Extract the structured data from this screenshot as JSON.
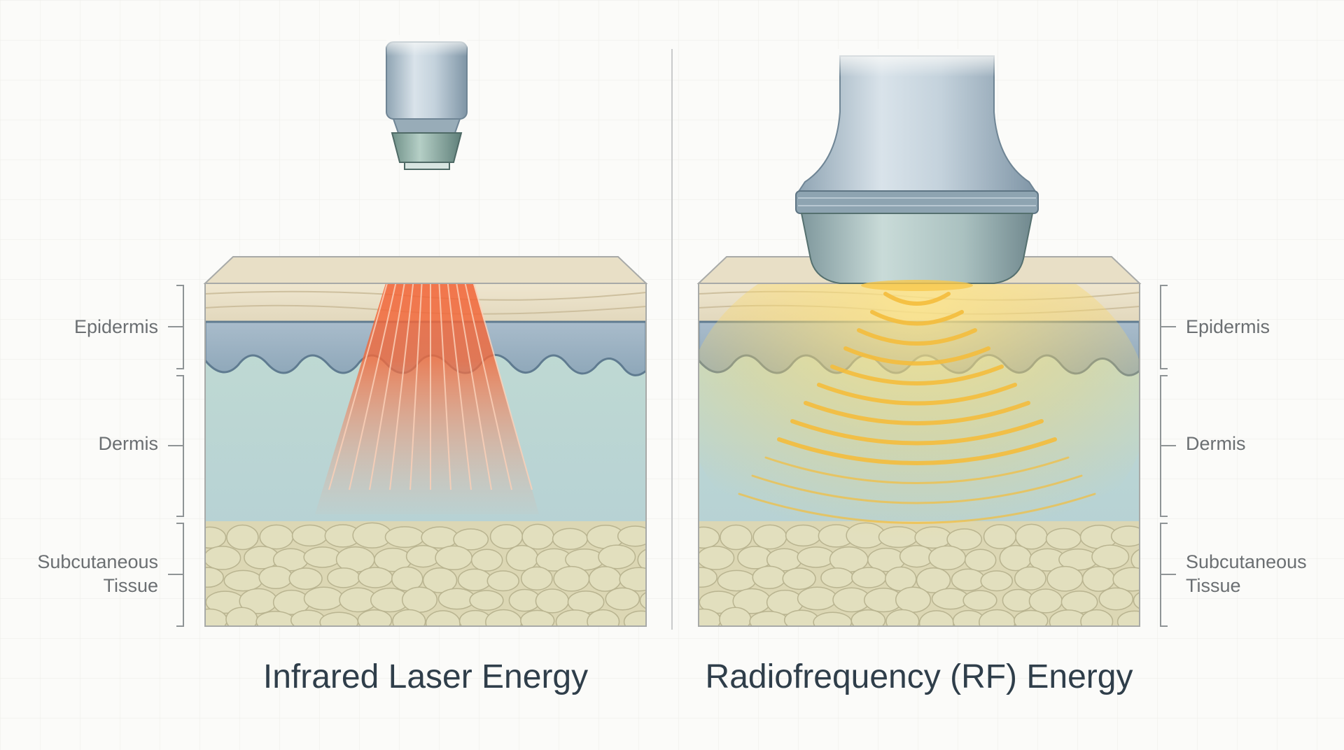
{
  "left_panel": {
    "title": "Infrared Laser Energy",
    "layers": {
      "epidermis": "Epidermis",
      "dermis": "Dermis",
      "subcutaneous_line1": "Subcutaneous",
      "subcutaneous_line2": "Tissue"
    },
    "energy_color": "#f0623a"
  },
  "right_panel": {
    "title": "Radiofrequency (RF) Energy",
    "layers": {
      "epidermis": "Epidermis",
      "dermis": "Dermis",
      "subcutaneous_line1": "Subcutaneous",
      "subcutaneous_line2": "Tissue"
    },
    "energy_color": "#f4bd3c"
  },
  "colors": {
    "stratum_corneum": "#e5dcc4",
    "epidermis": "#9fb4c4",
    "dermis": "#bfd9d1",
    "fat_lobule": "#e2dfbe",
    "background": "#fbfbf9"
  }
}
